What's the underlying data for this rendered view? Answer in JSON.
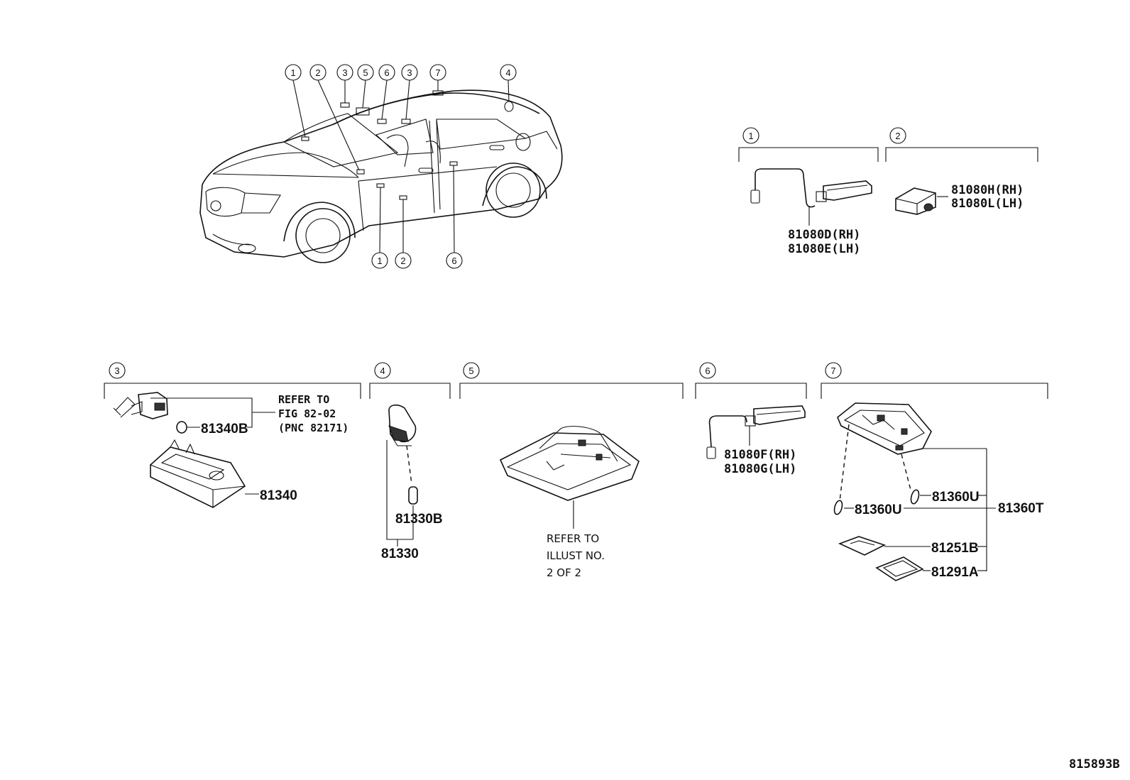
{
  "diagram": {
    "car_callouts_top": [
      "1",
      "2",
      "3",
      "5",
      "6",
      "3",
      "7",
      "4"
    ],
    "car_callouts_bottom": [
      "1",
      "2",
      "6"
    ],
    "sections": [
      {
        "id": "1",
        "parts": [
          "81080D(RH)",
          "81080E(LH)"
        ]
      },
      {
        "id": "2",
        "parts": [
          "81080H(RH)",
          "81080L(LH)"
        ]
      },
      {
        "id": "3",
        "parts": [
          "81340B",
          "81340"
        ],
        "note": [
          "REFER TO",
          "FIG 82-02",
          "(PNC 82171)"
        ]
      },
      {
        "id": "4",
        "parts": [
          "81330B",
          "81330"
        ]
      },
      {
        "id": "5",
        "note": [
          "REFER TO",
          "ILLUST NO.",
          "2 OF 2"
        ]
      },
      {
        "id": "6",
        "parts": [
          "81080F(RH)",
          "81080G(LH)"
        ]
      },
      {
        "id": "7",
        "parts": [
          "81360U",
          "81360U",
          "81360T",
          "81251B",
          "81291A"
        ]
      }
    ],
    "figure_code": "815893B"
  }
}
